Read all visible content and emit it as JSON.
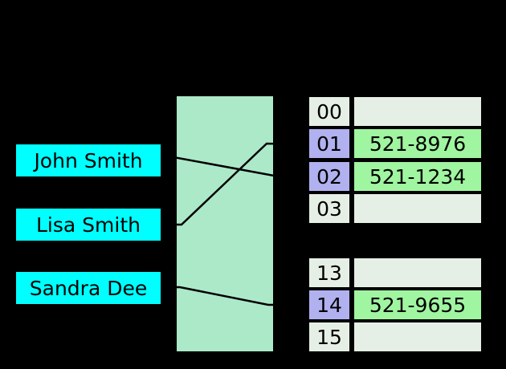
{
  "colors": {
    "background": "#000000",
    "text": "#000000",
    "line": "#000000",
    "key_box": "#00ffff",
    "hash_box": "#ace9c9",
    "cell_empty": "#e6efe5",
    "index_highlight": "#b1b1f0",
    "value_filled": "#a0f5a0"
  },
  "keys": [
    {
      "label": "John Smith"
    },
    {
      "label": "Lisa Smith"
    },
    {
      "label": "Sandra Dee"
    }
  ],
  "buckets": [
    {
      "index": "00",
      "value": "",
      "highlighted": false
    },
    {
      "index": "01",
      "value": "521-8976",
      "highlighted": true
    },
    {
      "index": "02",
      "value": "521-1234",
      "highlighted": true
    },
    {
      "index": "03",
      "value": "",
      "highlighted": false
    },
    {
      "index": "13",
      "value": "",
      "highlighted": false
    },
    {
      "index": "14",
      "value": "521-9655",
      "highlighted": true
    },
    {
      "index": "15",
      "value": "",
      "highlighted": false
    }
  ],
  "mappings": [
    {
      "key": "John Smith",
      "bucket": "02"
    },
    {
      "key": "Lisa Smith",
      "bucket": "01"
    },
    {
      "key": "Sandra Dee",
      "bucket": "14"
    }
  ]
}
